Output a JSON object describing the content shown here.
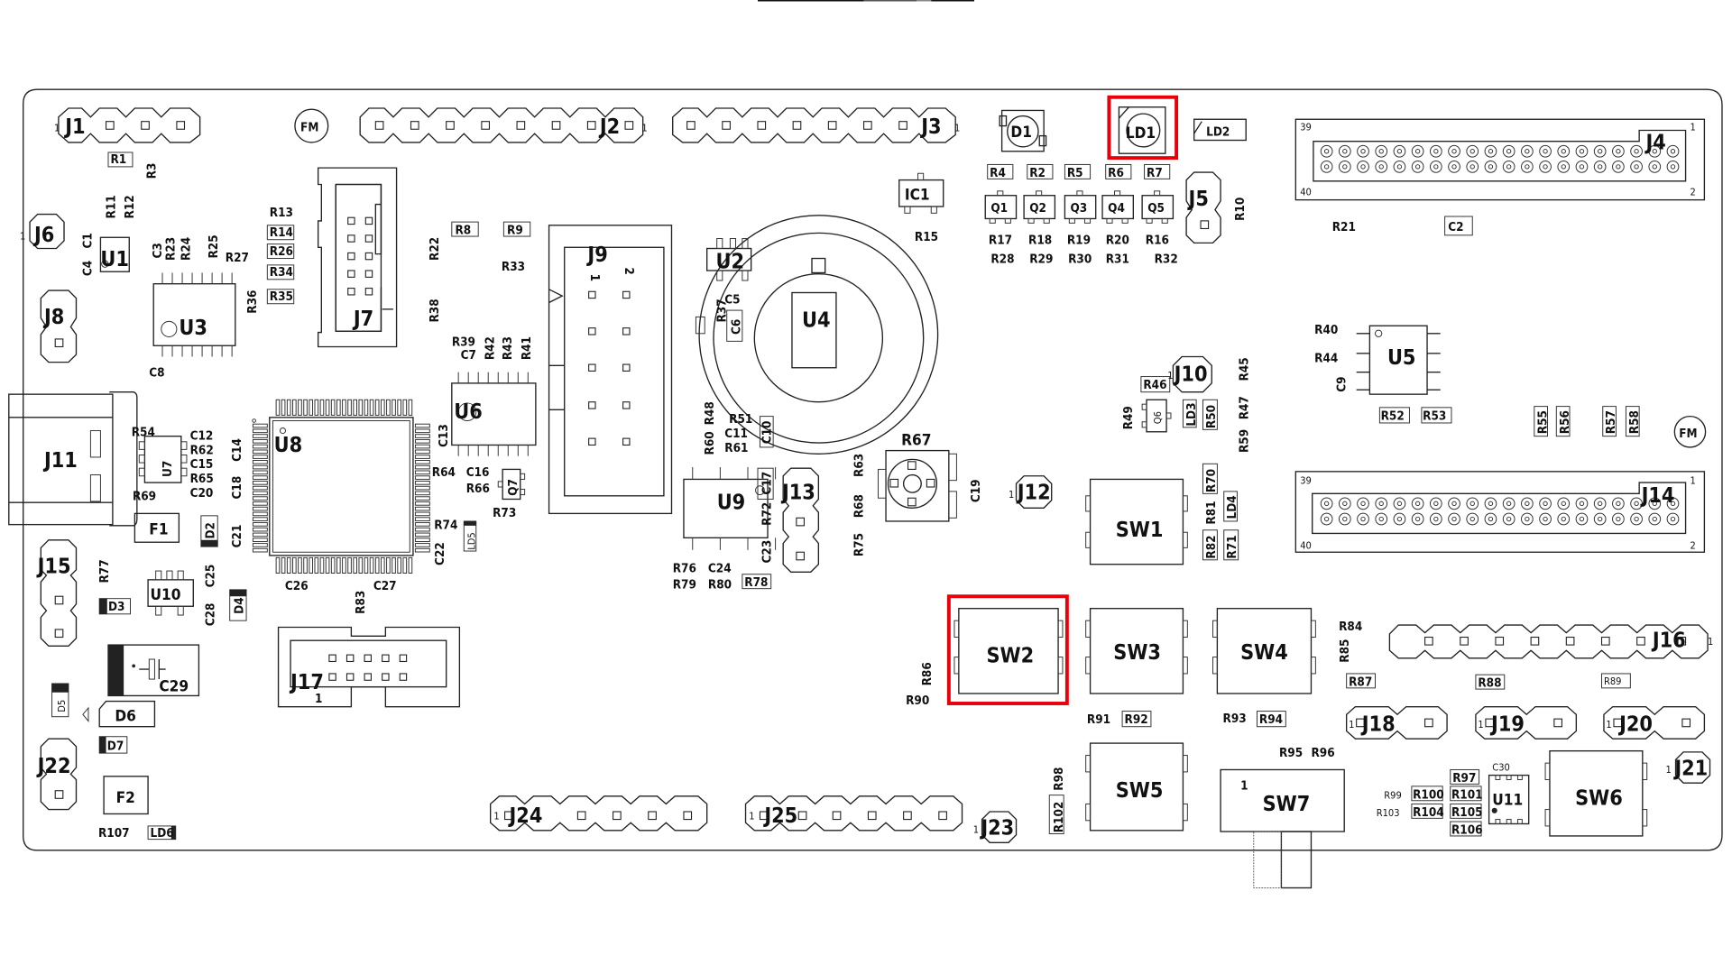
{
  "title_bar": {
    "segments": 3
  },
  "highlight_color": "#e8000b",
  "highlighted_components": [
    "LD1",
    "SW2"
  ],
  "board": {
    "fiducials": [
      "FM",
      "FM"
    ],
    "connectors": {
      "J1": "J1",
      "J2": "J2",
      "J3": "J3",
      "J4": "J4",
      "J5": "J5",
      "J6": "J6",
      "J7": "J7",
      "J8": "J8",
      "J9": "J9",
      "J10": "J10",
      "J11": "J11",
      "J12": "J12",
      "J13": "J13",
      "J14": "J14",
      "J15": "J15",
      "J16": "J16",
      "J17": "J17",
      "J18": "J18",
      "J19": "J19",
      "J20": "J20",
      "J21": "J21",
      "J22": "J22",
      "J23": "J23",
      "J24": "J24",
      "J25": "J25"
    },
    "pin1": "1",
    "pin2": "2",
    "header_pins": {
      "p39": "39",
      "p40": "40",
      "p1": "1",
      "p2": "2"
    },
    "ics": {
      "U1": "U1",
      "U2": "U2",
      "U3": "U3",
      "U4": "U4",
      "U5": "U5",
      "U6": "U6",
      "U7": "U7",
      "U8": "U8",
      "U9": "U9",
      "U10": "U10",
      "U11": "U11",
      "IC1": "IC1"
    },
    "switches": {
      "SW1": "SW1",
      "SW2": "SW2",
      "SW3": "SW3",
      "SW4": "SW4",
      "SW5": "SW5",
      "SW6": "SW6",
      "SW7": "SW7"
    },
    "leds": {
      "LD1": "LD1",
      "LD2": "LD2",
      "LD3": "LD3",
      "LD4": "LD4",
      "LD5": "LD5",
      "LD6": "LD6"
    },
    "diodes": {
      "D1": "D1",
      "D2": "D2",
      "D3": "D3",
      "D4": "D4",
      "D5": "D5",
      "D6": "D6",
      "D7": "D7"
    },
    "fuses": {
      "F1": "F1",
      "F2": "F2"
    },
    "transistors": {
      "Q1": "Q1",
      "Q2": "Q2",
      "Q3": "Q3",
      "Q4": "Q4",
      "Q5": "Q5",
      "Q6": "Q6",
      "Q7": "Q7"
    },
    "capacitors": [
      "C1",
      "C2",
      "C3",
      "C4",
      "C5",
      "C6",
      "C7",
      "C8",
      "C9",
      "C10",
      "C11",
      "C12",
      "C13",
      "C14",
      "C15",
      "C16",
      "C17",
      "C18",
      "C19",
      "C20",
      "C21",
      "C22",
      "C23",
      "C24",
      "C25",
      "C26",
      "C27",
      "C28",
      "C29",
      "C30"
    ],
    "resistors": [
      "R1",
      "R2",
      "R3",
      "R4",
      "R5",
      "R6",
      "R7",
      "R8",
      "R9",
      "R10",
      "R11",
      "R12",
      "R13",
      "R14",
      "R15",
      "R16",
      "R17",
      "R18",
      "R19",
      "R20",
      "R21",
      "R22",
      "R23",
      "R24",
      "R25",
      "R26",
      "R27",
      "R28",
      "R29",
      "R30",
      "R31",
      "R32",
      "R33",
      "R34",
      "R35",
      "R36",
      "R37",
      "R38",
      "R39",
      "R40",
      "R41",
      "R42",
      "R43",
      "R44",
      "R45",
      "R46",
      "R47",
      "R48",
      "R49",
      "R50",
      "R51",
      "R52",
      "R53",
      "R54",
      "R55",
      "R56",
      "R57",
      "R58",
      "R59",
      "R60",
      "R61",
      "R62",
      "R63",
      "R64",
      "R65",
      "R66",
      "R67",
      "R68",
      "R69",
      "R70",
      "R71",
      "R72",
      "R73",
      "R74",
      "R75",
      "R76",
      "R77",
      "R78",
      "R79",
      "R80",
      "R81",
      "R82",
      "R83",
      "R84",
      "R85",
      "R86",
      "R87",
      "R88",
      "R89",
      "R90",
      "R91",
      "R92",
      "R93",
      "R94",
      "R95",
      "R96",
      "R97",
      "R98",
      "R99",
      "R100",
      "R101",
      "R102",
      "R103",
      "R104",
      "R105",
      "R106",
      "R107"
    ]
  }
}
